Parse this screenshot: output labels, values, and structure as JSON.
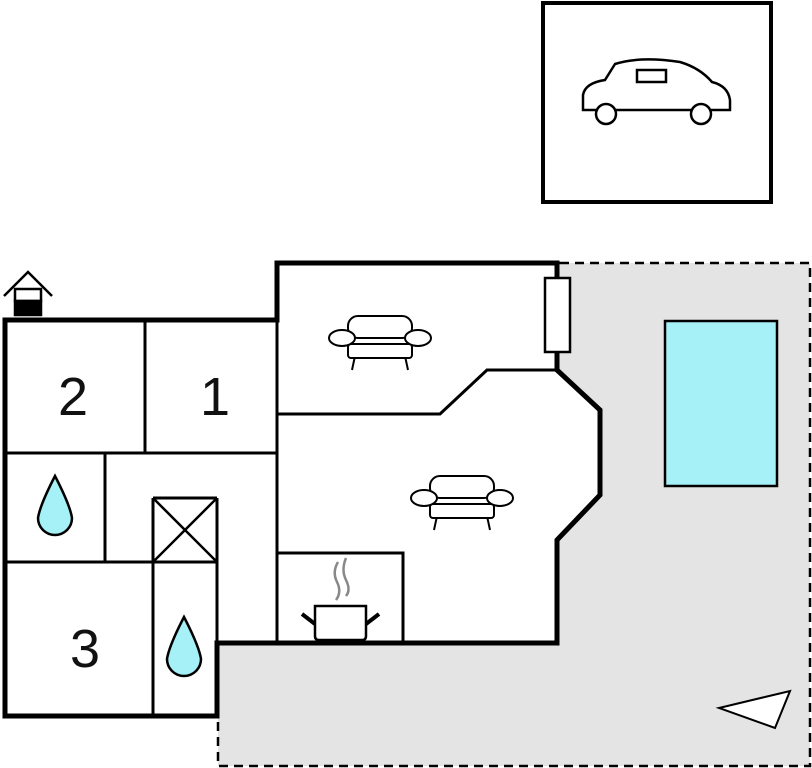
{
  "floorplan": {
    "rooms": [
      {
        "label": "2",
        "type": "bedroom"
      },
      {
        "label": "1",
        "type": "bedroom"
      },
      {
        "label": "3",
        "type": "bedroom"
      }
    ],
    "icons": [
      "car-icon",
      "entrance-house-icon",
      "sofa-icon",
      "water-drop-icon",
      "cooking-pot-icon",
      "pool",
      "north-arrow-icon"
    ],
    "colors": {
      "wall": "#000000",
      "outdoor": "#e4e4e4",
      "pool": "#a6f0f8",
      "water": "#a6f0f8"
    }
  }
}
